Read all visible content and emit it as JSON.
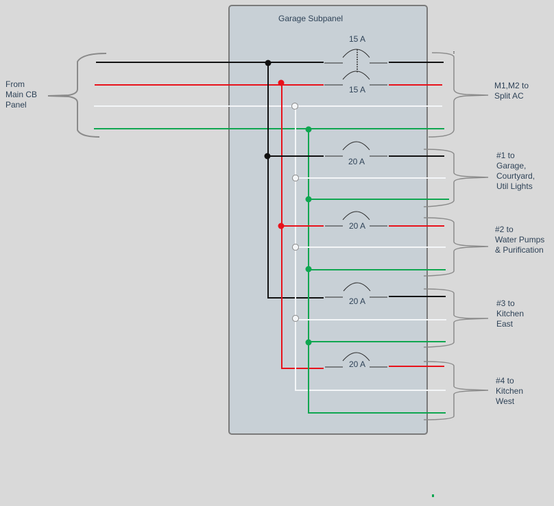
{
  "panel": {
    "title": "Garage Subpanel"
  },
  "source": {
    "label": "From\nMain CB\nPanel"
  },
  "colors": {
    "background": "#d9d9d9",
    "panel_fill": "#c8d0d6",
    "panel_border": "#7a7a7a",
    "hot_black": "#111111",
    "hot_red": "#e8121b",
    "neutral_white": "#f4f6f8",
    "ground_green": "#0fa650",
    "brace": "#8a8a8a"
  },
  "breakers": [
    {
      "id": "m1",
      "label": "15 A",
      "type": "double-pole-top"
    },
    {
      "id": "m2",
      "label": "15 A",
      "type": "double-pole-bottom"
    },
    {
      "id": "c1",
      "label": "20 A",
      "phase": "black"
    },
    {
      "id": "c2",
      "label": "20 A",
      "phase": "red"
    },
    {
      "id": "c3",
      "label": "20 A",
      "phase": "black"
    },
    {
      "id": "c4",
      "label": "20 A",
      "phase": "red"
    }
  ],
  "circuits": [
    {
      "id": "main",
      "label": "M1,M2 to\nSplit AC"
    },
    {
      "id": "c1",
      "label": "#1 to\nGarage,\nCourtyard,\nUtil Lights"
    },
    {
      "id": "c2",
      "label": "#2 to\nWater Pumps\n& Purification"
    },
    {
      "id": "c3",
      "label": "#3 to\nKitchen\nEast"
    },
    {
      "id": "c4",
      "label": "#4 to\nKitchen\nWest"
    }
  ]
}
